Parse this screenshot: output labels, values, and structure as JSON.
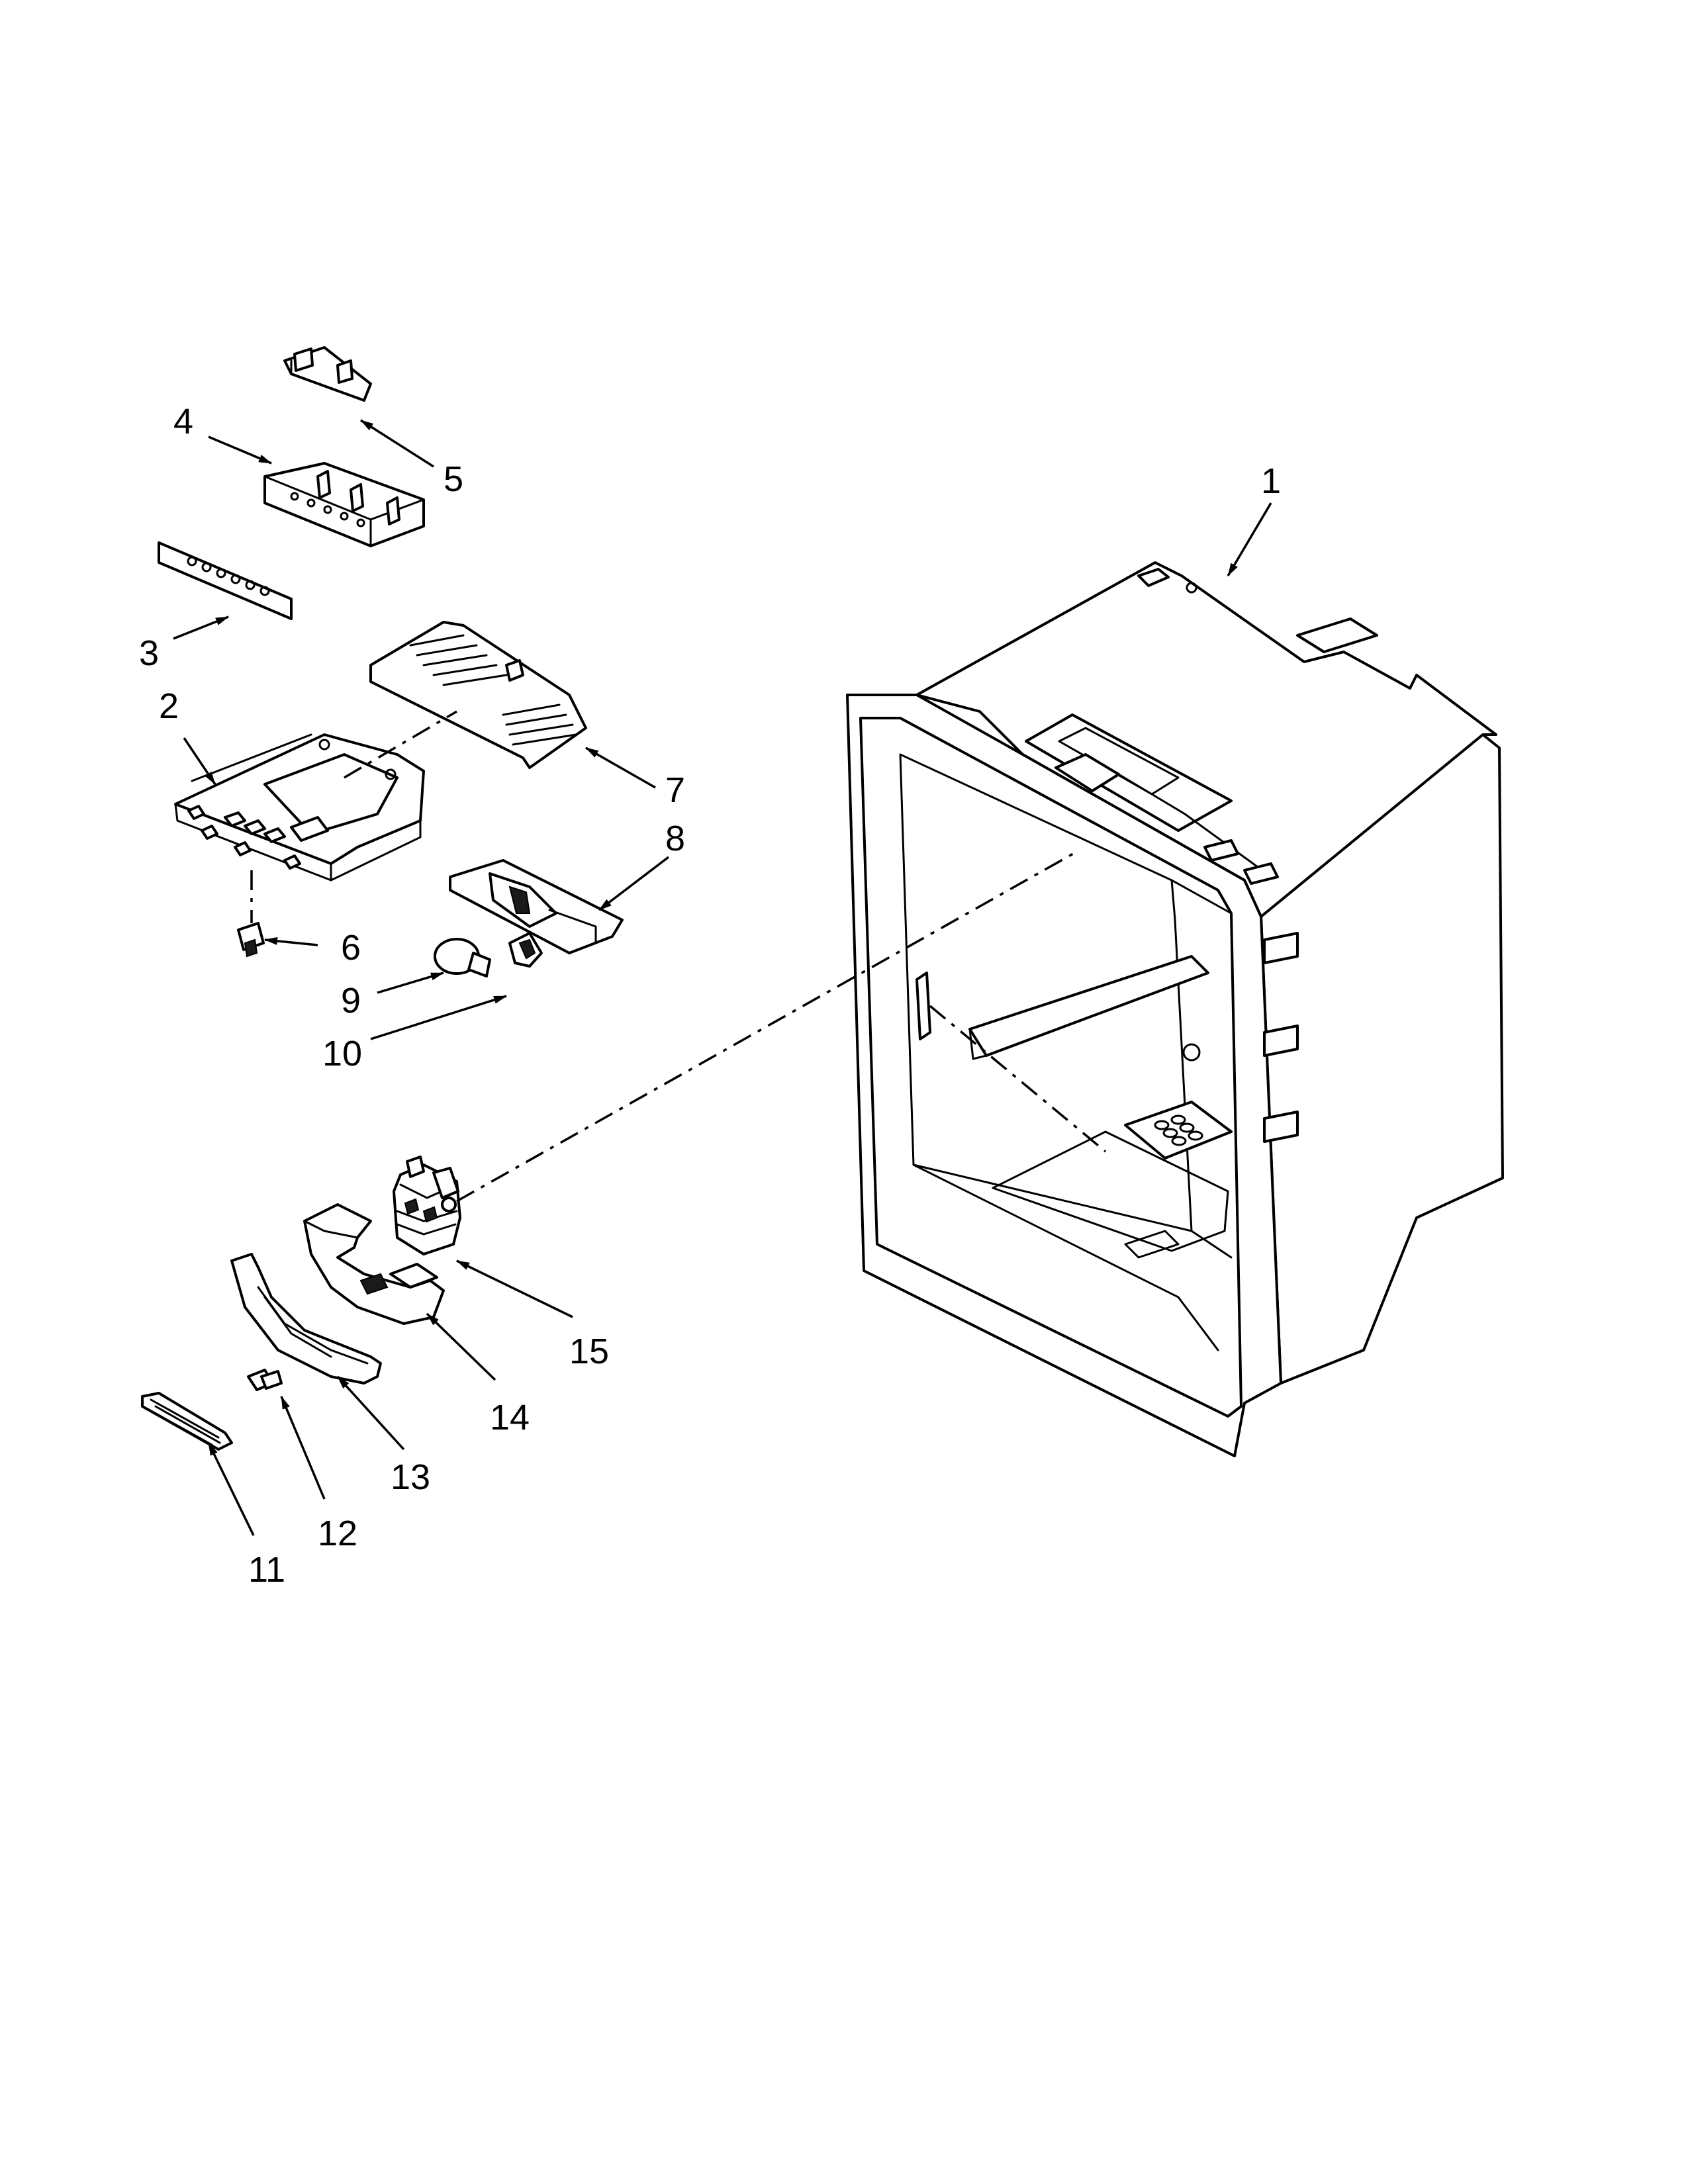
{
  "diagram": {
    "callouts": [
      "1",
      "2",
      "3",
      "4",
      "5",
      "6",
      "7",
      "8",
      "9",
      "10",
      "11",
      "12",
      "13",
      "14",
      "15"
    ],
    "colors": {
      "ink": "#000000",
      "paper": "#ffffff"
    }
  }
}
